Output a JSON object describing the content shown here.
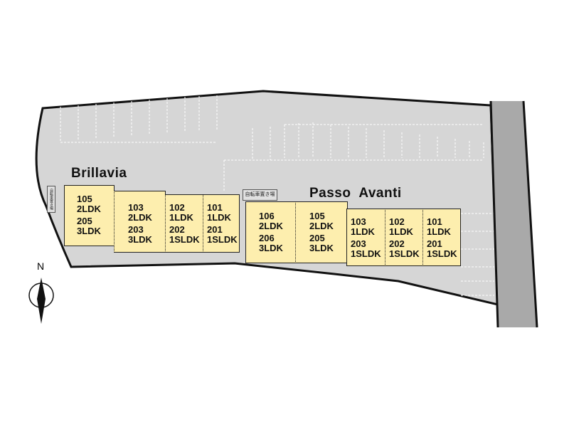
{
  "compass": {
    "label": "N"
  },
  "bike_parking_label": "自転車置き場",
  "buildings": [
    {
      "name": "Brillavia",
      "units": [
        {
          "top": "105",
          "top_type": "2LDK",
          "bottom": "205",
          "bottom_type": "3LDK"
        },
        {
          "top": "103",
          "top_type": "2LDK",
          "bottom": "203",
          "bottom_type": "3LDK"
        },
        {
          "top": "102",
          "top_type": "1LDK",
          "bottom": "202",
          "bottom_type": "1SLDK"
        },
        {
          "top": "101",
          "top_type": "1LDK",
          "bottom": "201",
          "bottom_type": "1SLDK"
        }
      ]
    },
    {
      "name": "Passo  Avanti",
      "units": [
        {
          "top": "106",
          "top_type": "2LDK",
          "bottom": "206",
          "bottom_type": "3LDK"
        },
        {
          "top": "105",
          "top_type": "2LDK",
          "bottom": "205",
          "bottom_type": "3LDK"
        },
        {
          "top": "103",
          "top_type": "1LDK",
          "bottom": "203",
          "bottom_type": "1SLDK"
        },
        {
          "top": "102",
          "top_type": "1LDK",
          "bottom": "202",
          "bottom_type": "1SLDK"
        },
        {
          "top": "101",
          "top_type": "1LDK",
          "bottom": "201",
          "bottom_type": "1SLDK"
        }
      ]
    }
  ],
  "colors": {
    "lot": "#d6d6d6",
    "road": "#a9a9a9",
    "unit": "#fdeeae"
  }
}
